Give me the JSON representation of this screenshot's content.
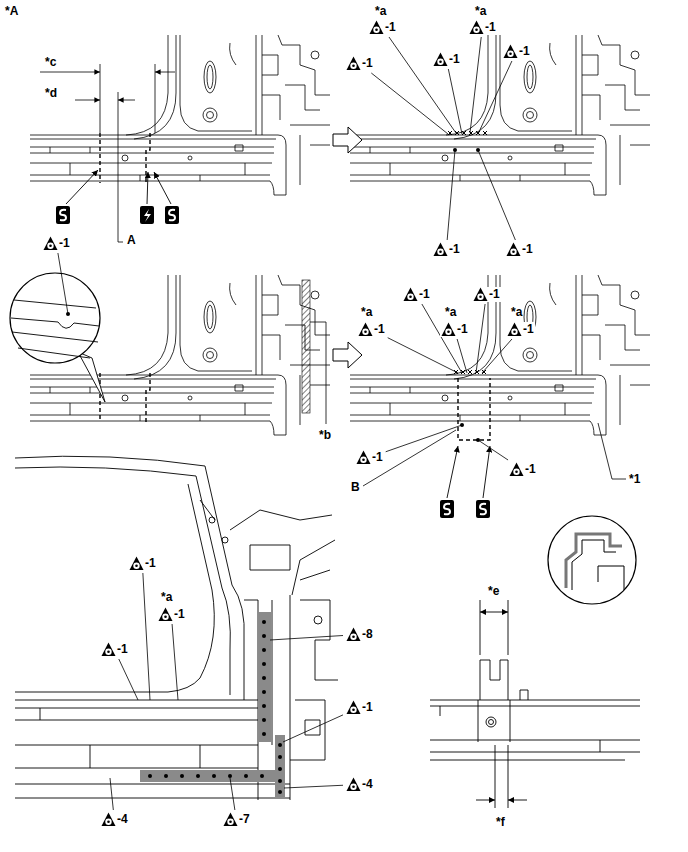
{
  "diagram": {
    "labels": [
      "*A",
      "*c",
      "*d",
      "A",
      "*a",
      "-1",
      "*a",
      "-1",
      "-1",
      "-1",
      "-1",
      "-1",
      "-1",
      "-1",
      "*b",
      "*a",
      "-1",
      "-1",
      "*a",
      "-1",
      "-1",
      "*a",
      "-1",
      "-1",
      "B",
      "-1",
      "*1",
      "-1",
      "*a",
      "-1",
      "-1",
      "-8",
      "-1",
      "-4",
      "-4",
      "-7",
      "*e",
      "*f"
    ]
  }
}
